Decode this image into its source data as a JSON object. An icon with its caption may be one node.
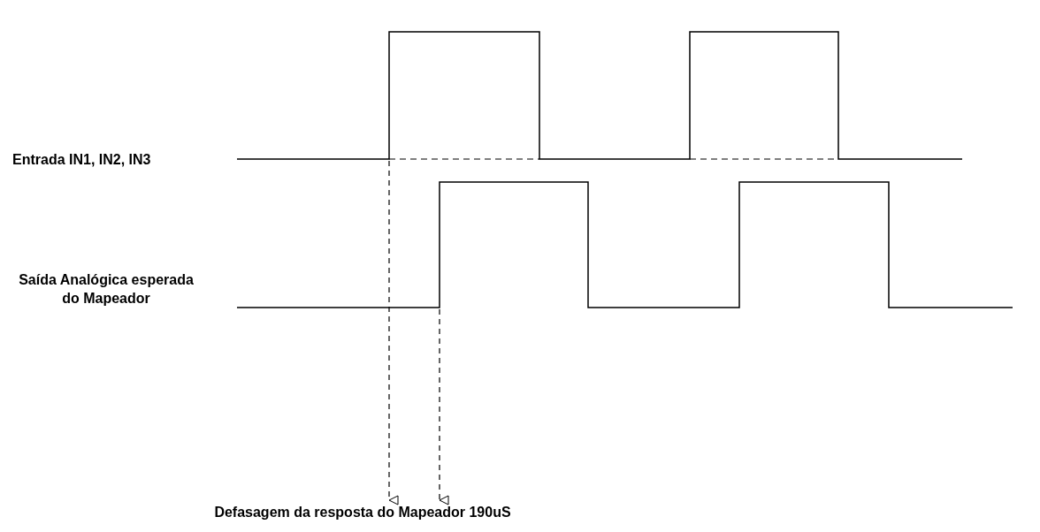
{
  "diagram": {
    "labels": [
      "Entrada IN1, IN2, IN3",
      "Saída Analógica esperada do Mapeador",
      "Defasagem da resposta do Mapeador 190uS"
    ]
  }
}
